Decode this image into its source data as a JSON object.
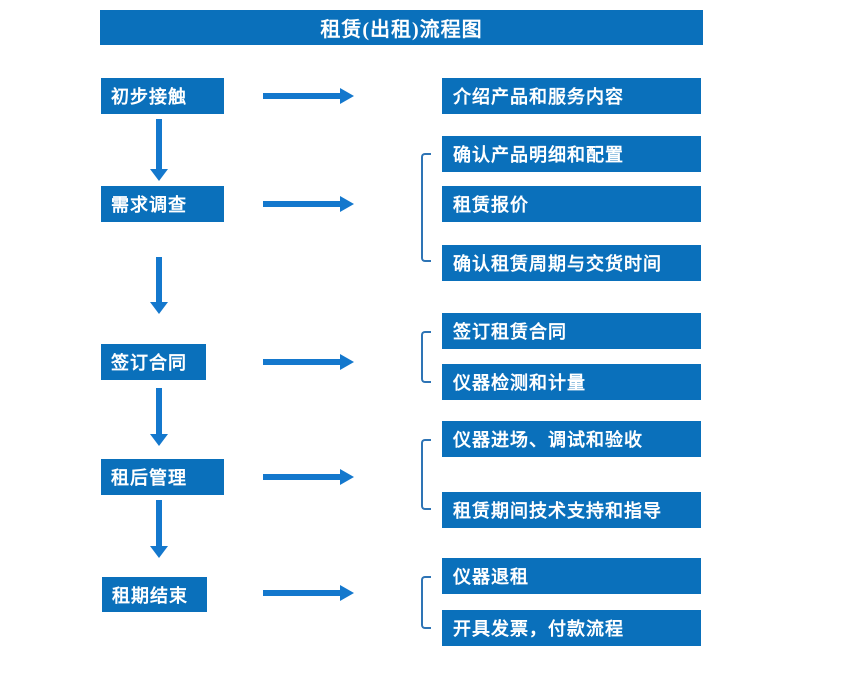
{
  "title": "租赁(出租)流程图",
  "colors": {
    "box_fill": "#0a70bb",
    "arrow": "#1478cd",
    "bracket": "#2e74b5",
    "text": "#ffffff",
    "background": "#ffffff"
  },
  "stages": [
    {
      "label": "初步接触",
      "details": [
        "介绍产品和服务内容"
      ]
    },
    {
      "label": "需求调查",
      "details": [
        "确认产品明细和配置",
        "租赁报价",
        "确认租赁周期与交货时间"
      ]
    },
    {
      "label": "签订合同",
      "details": [
        "签订租赁合同",
        "仪器检测和计量"
      ]
    },
    {
      "label": "租后管理",
      "details": [
        "仪器进场、调试和验收",
        "租赁期间技术支持和指导"
      ]
    },
    {
      "label": "租期结束",
      "details": [
        "仪器退租",
        "开具发票，付款流程"
      ]
    }
  ]
}
